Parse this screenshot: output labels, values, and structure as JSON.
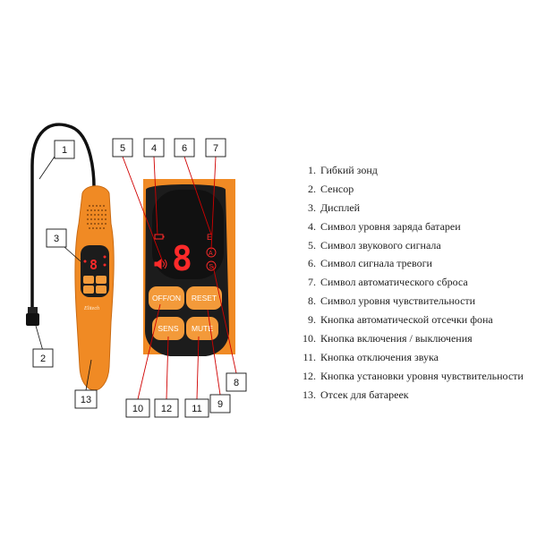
{
  "callouts": {
    "c1": "1",
    "c2": "2",
    "c3": "3",
    "c4": "4",
    "c5": "5",
    "c6": "6",
    "c7": "7",
    "c8": "8",
    "c9": "9",
    "c10": "10",
    "c11": "11",
    "c12": "12",
    "c13": "13"
  },
  "buttons": {
    "off_on": "OFF/ON",
    "reset": "RESET",
    "sens": "SENS",
    "mute": "MUTE"
  },
  "display": {
    "digit": "8",
    "auto_symbol": "A",
    "sens_symbol": "S",
    "alarm_symbol": "E"
  },
  "brand": {
    "logo": "Elitech"
  },
  "legend": [
    {
      "num": "1.",
      "label": "Гибкий зонд"
    },
    {
      "num": "2.",
      "label": "Сенсор"
    },
    {
      "num": "3.",
      "label": "Дисплей"
    },
    {
      "num": "4.",
      "label": "Символ уровня заряда батареи"
    },
    {
      "num": "5.",
      "label": "Символ звукового сигнала"
    },
    {
      "num": "6.",
      "label": "Символ сигнала тревоги"
    },
    {
      "num": "7.",
      "label": "Символ автоматического сброса"
    },
    {
      "num": "8.",
      "label": "Символ уровня чувствительности"
    },
    {
      "num": "9.",
      "label": "Кнопка автоматической отсечки фона"
    },
    {
      "num": "10.",
      "label": "Кнопка включения / выключения"
    },
    {
      "num": "11.",
      "label": "Кнопка отключения звука"
    },
    {
      "num": "12.",
      "label": "Кнопка установки уровня чувствительности"
    },
    {
      "num": "13.",
      "label": "Отсек для батареек"
    }
  ],
  "colors": {
    "orange": "#f08a24",
    "dark_orange": "#d06a10",
    "panel": "#1c1c1c",
    "led_red": "#ff2a2a",
    "button_orange": "#f39a3a",
    "callout_line": "#d00000"
  }
}
